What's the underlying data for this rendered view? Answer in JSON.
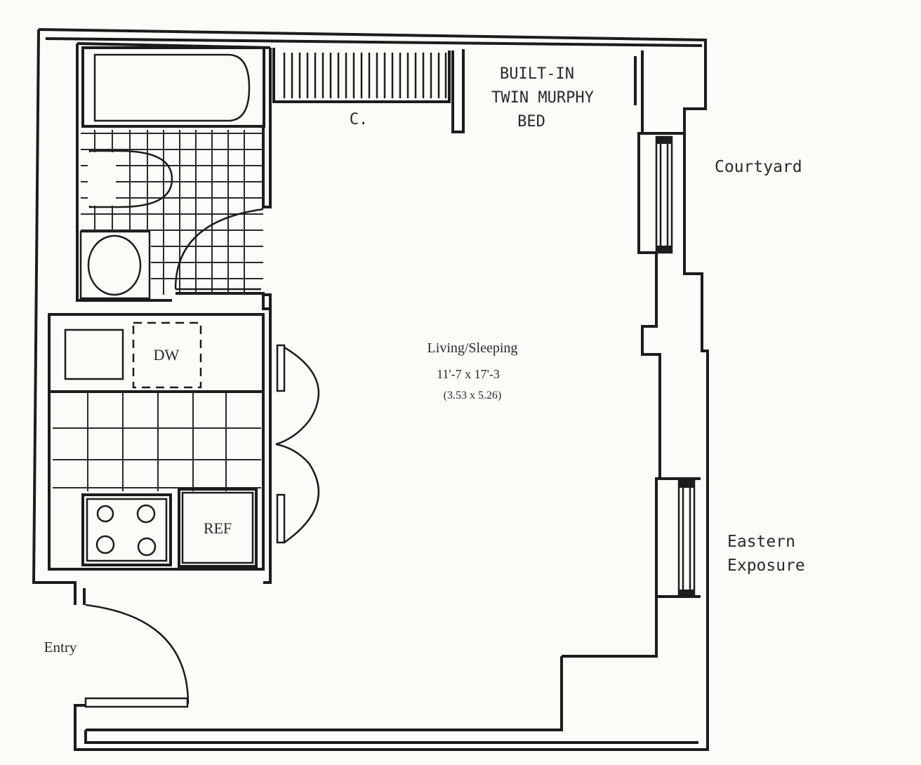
{
  "rooms": {
    "closet": "C.",
    "murphy_bed": [
      "BUILT-IN",
      "TWIN MURPHY",
      "BED"
    ],
    "dishwasher": "DW",
    "refrigerator": "REF",
    "living": {
      "name": "Living/Sleeping",
      "dims_imperial": "11'-7 x 17'-3",
      "dims_metric": "(3.53 x 5.26)"
    },
    "entry": "Entry"
  },
  "exterior": {
    "courtyard": "Courtyard",
    "eastern": [
      "Eastern",
      "Exposure"
    ]
  }
}
